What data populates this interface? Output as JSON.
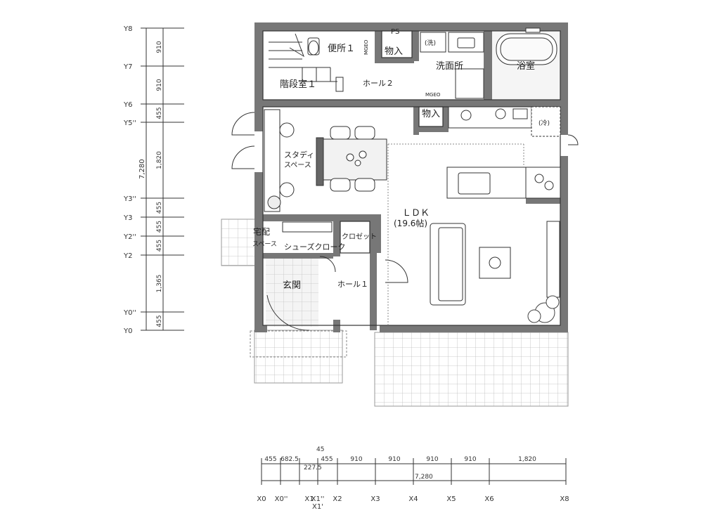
{
  "rooms": {
    "toilet": "便所１",
    "storage_top": "物入",
    "ps": "PS",
    "washroom": "洗面所",
    "wash_machine": "(洗)",
    "bath": "浴室",
    "stair": "階段室１",
    "hall2": "ホール２",
    "storage_kitchen": "物入",
    "fridge": "(冷)",
    "study_line1": "スタディ",
    "study_line2": "スペース",
    "delivery_line1": "宅配",
    "delivery_line2": "スペース",
    "shoe_cloak": "シューズクローク",
    "closet": "クロゼット",
    "ldk": "ＬＤＫ",
    "ldk_area": "(19.6帖)",
    "entrance": "玄関",
    "hall1": "ホール１",
    "mgeo_top": "MGEO",
    "mgeo_mid": "MGEO"
  },
  "left_axis": {
    "labels": [
      "Y8",
      "Y7",
      "Y6",
      "Y5''",
      "Y3''",
      "Y3",
      "Y2''",
      "Y2",
      "Y0''",
      "Y0"
    ],
    "dims": [
      "910",
      "910",
      "455",
      "1,820",
      "455",
      "455",
      "455",
      "1,365",
      "455"
    ],
    "total": "7,280"
  },
  "bottom_axis": {
    "labels": [
      "X0",
      "X0''",
      "X1",
      "X1''",
      "X1'",
      "X2",
      "X3",
      "X4",
      "X5",
      "X6",
      "X8"
    ],
    "dims": [
      "455",
      "682.5",
      "455",
      "910",
      "910",
      "910",
      "910",
      "1,820"
    ],
    "dim_small_top": "45",
    "dim_small_bottom": "227.5",
    "total": "7,280"
  }
}
